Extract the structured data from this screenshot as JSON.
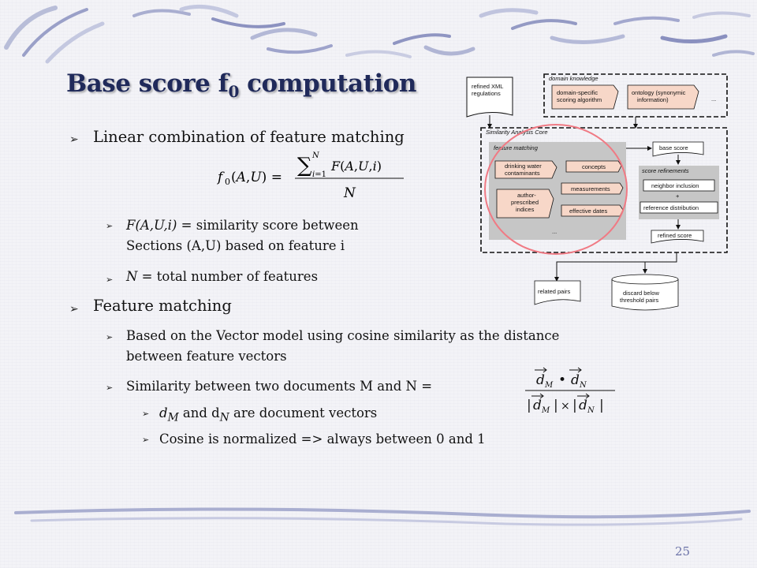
{
  "slide": {
    "title": "Base score f",
    "title_sub": "0",
    "title_rest": " computation",
    "page_number": "25"
  },
  "bullets": {
    "linear": "Linear combination of feature matching",
    "feature_def_pre": "F(A,U,i)",
    "feature_def_text": " = similarity score between",
    "feature_def_line2": "Sections (A,U) based on feature i",
    "n_def_pre": "N",
    "n_def_text": " = total number of features",
    "feature_matching": "Feature matching",
    "vector_line1": "Based on the Vector model using cosine similarity as the distance",
    "vector_line2": "between feature vectors",
    "similarity": "Similarity between two documents M and N =",
    "dm_dn": "d",
    "dm_sub": "M",
    "dm_mid": " and d",
    "dn_sub": "N",
    "dm_rest": " are document vectors",
    "cosine": "Cosine is normalized => always between 0 and 1"
  },
  "formula": {
    "lhs": "f0(A,U) =",
    "numerator": "Σ F(A,U,i)",
    "sum_top": "N",
    "sum_bottom": "i=1",
    "denominator": "N"
  },
  "cosine_formula": {
    "numerator": "dM • dN",
    "denominator": "| dM | × | dN |"
  },
  "diagram": {
    "refined_xml": [
      "refined XML",
      "regulations"
    ],
    "domain_knowledge": "domain knowledge",
    "domain_scoring": [
      "domain-specific",
      "scoring algorithm"
    ],
    "ontology": [
      "ontology (synonymic",
      "information)"
    ],
    "ellipsis": "...",
    "sim_core": "Similarity Analysis Core",
    "feature_matching": "feature matching",
    "drinking_water": [
      "drinking water",
      "contaminants"
    ],
    "concepts": "concepts",
    "measurements": "measurements",
    "author_indices": [
      "author-",
      "prescribed",
      "indices"
    ],
    "effective_dates": "effective dates",
    "base_score": "base score",
    "score_refinements": "score refinements",
    "neighbor_inclusion": "neighbor inclusion",
    "plus": "+",
    "reference_distribution": "reference distribution",
    "refined_score": "refined score",
    "related_pairs": "related pairs",
    "discard": [
      "discard below",
      "threshold pairs"
    ]
  }
}
